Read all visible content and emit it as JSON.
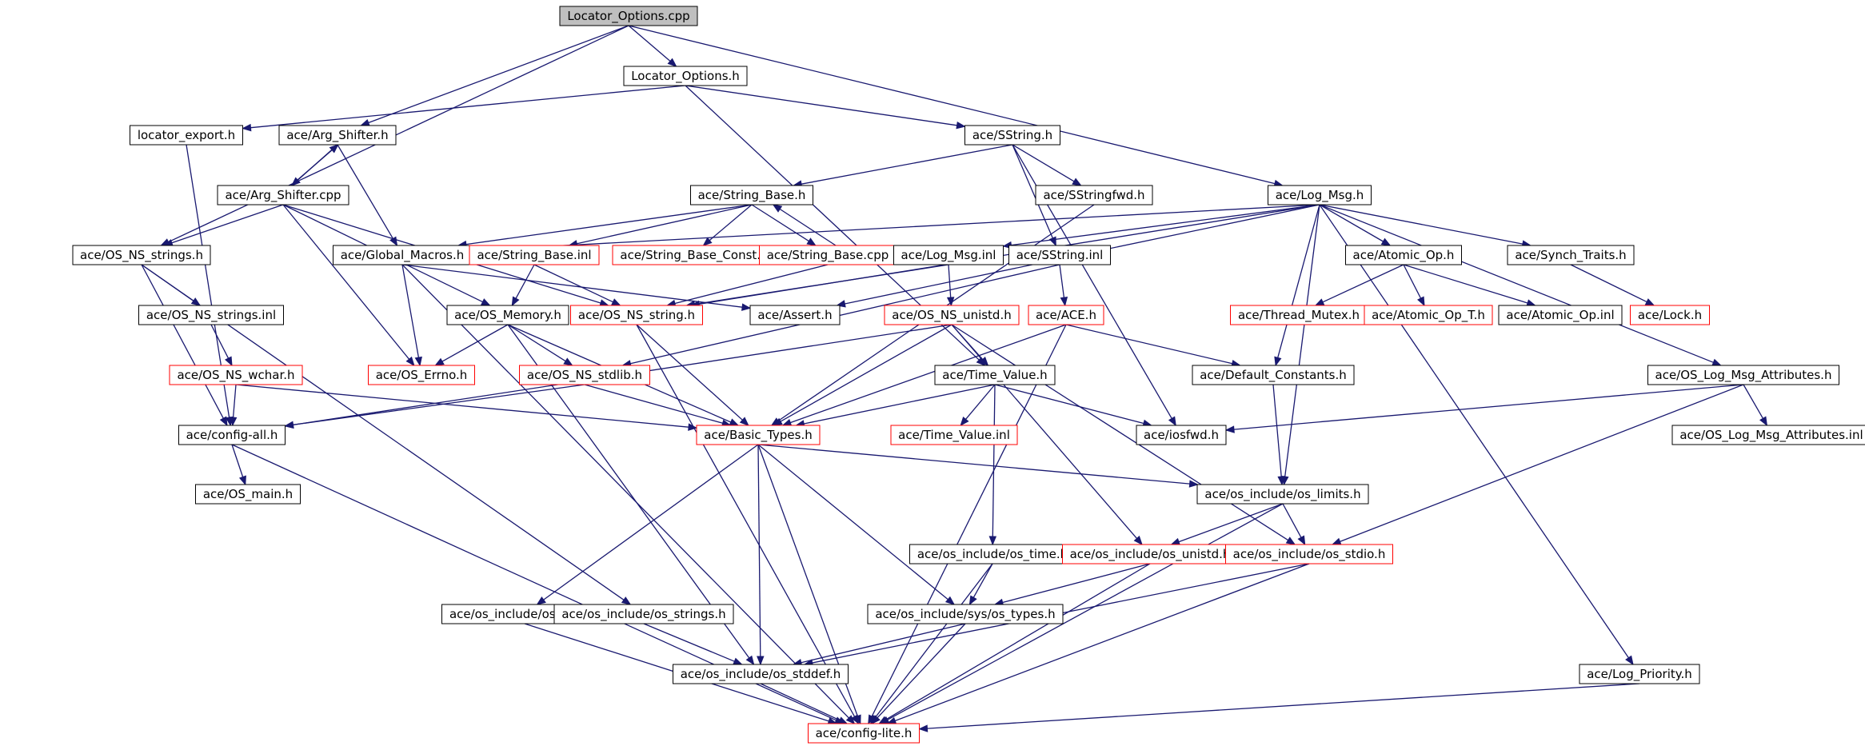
{
  "graph": {
    "colors": {
      "edge": "#191970",
      "box_border": "#000000",
      "truncated_border": "#ff0000",
      "root_fill": "#bfbfbf",
      "node_fill": "#ffffff"
    },
    "nodes": [
      {
        "id": "locator_options_cpp",
        "label": "Locator_Options.cpp",
        "style": "root"
      },
      {
        "id": "locator_options_h",
        "label": "Locator_Options.h",
        "style": "normal"
      },
      {
        "id": "locator_export_h",
        "label": "locator_export.h",
        "style": "normal"
      },
      {
        "id": "arg_shifter_h",
        "label": "ace/Arg_Shifter.h",
        "style": "normal"
      },
      {
        "id": "sstring_h",
        "label": "ace/SString.h",
        "style": "normal"
      },
      {
        "id": "arg_shifter_cpp",
        "label": "ace/Arg_Shifter.cpp",
        "style": "normal"
      },
      {
        "id": "string_base_h",
        "label": "ace/String_Base.h",
        "style": "normal"
      },
      {
        "id": "sstringfwd_h",
        "label": "ace/SStringfwd.h",
        "style": "normal"
      },
      {
        "id": "log_msg_h",
        "label": "ace/Log_Msg.h",
        "style": "normal"
      },
      {
        "id": "os_ns_strings_h",
        "label": "ace/OS_NS_strings.h",
        "style": "normal"
      },
      {
        "id": "global_macros_h",
        "label": "ace/Global_Macros.h",
        "style": "normal"
      },
      {
        "id": "string_base_inl",
        "label": "ace/String_Base.inl",
        "style": "truncated"
      },
      {
        "id": "string_base_const_h",
        "label": "ace/String_Base_Const.h",
        "style": "truncated"
      },
      {
        "id": "string_base_cpp",
        "label": "ace/String_Base.cpp",
        "style": "truncated"
      },
      {
        "id": "log_msg_inl",
        "label": "ace/Log_Msg.inl",
        "style": "normal"
      },
      {
        "id": "sstring_inl",
        "label": "ace/SString.inl",
        "style": "normal"
      },
      {
        "id": "atomic_op_h",
        "label": "ace/Atomic_Op.h",
        "style": "normal"
      },
      {
        "id": "synch_traits_h",
        "label": "ace/Synch_Traits.h",
        "style": "normal"
      },
      {
        "id": "os_ns_strings_inl",
        "label": "ace/OS_NS_strings.inl",
        "style": "normal"
      },
      {
        "id": "os_memory_h",
        "label": "ace/OS_Memory.h",
        "style": "normal"
      },
      {
        "id": "os_ns_string_h",
        "label": "ace/OS_NS_string.h",
        "style": "truncated"
      },
      {
        "id": "assert_h",
        "label": "ace/Assert.h",
        "style": "normal"
      },
      {
        "id": "os_ns_unistd_h",
        "label": "ace/OS_NS_unistd.h",
        "style": "truncated"
      },
      {
        "id": "ace_h",
        "label": "ace/ACE.h",
        "style": "truncated"
      },
      {
        "id": "thread_mutex_h",
        "label": "ace/Thread_Mutex.h",
        "style": "truncated"
      },
      {
        "id": "atomic_op_t_h",
        "label": "ace/Atomic_Op_T.h",
        "style": "truncated"
      },
      {
        "id": "atomic_op_inl",
        "label": "ace/Atomic_Op.inl",
        "style": "normal"
      },
      {
        "id": "lock_h",
        "label": "ace/Lock.h",
        "style": "truncated"
      },
      {
        "id": "os_ns_wchar_h",
        "label": "ace/OS_NS_wchar.h",
        "style": "truncated"
      },
      {
        "id": "os_errno_h",
        "label": "ace/OS_Errno.h",
        "style": "truncated"
      },
      {
        "id": "os_ns_stdlib_h",
        "label": "ace/OS_NS_stdlib.h",
        "style": "truncated"
      },
      {
        "id": "time_value_h",
        "label": "ace/Time_Value.h",
        "style": "normal"
      },
      {
        "id": "default_constants_h",
        "label": "ace/Default_Constants.h",
        "style": "normal"
      },
      {
        "id": "os_log_msg_attributes_h",
        "label": "ace/OS_Log_Msg_Attributes.h",
        "style": "normal"
      },
      {
        "id": "config_all_h",
        "label": "ace/config-all.h",
        "style": "normal"
      },
      {
        "id": "basic_types_h",
        "label": "ace/Basic_Types.h",
        "style": "truncated"
      },
      {
        "id": "time_value_inl",
        "label": "ace/Time_Value.inl",
        "style": "truncated"
      },
      {
        "id": "iosfwd_h",
        "label": "ace/iosfwd.h",
        "style": "normal"
      },
      {
        "id": "os_log_msg_attributes_inl",
        "label": "ace/OS_Log_Msg_Attributes.inl",
        "style": "normal"
      },
      {
        "id": "os_main_h",
        "label": "ace/OS_main.h",
        "style": "normal"
      },
      {
        "id": "os_limits_h",
        "label": "ace/os_include/os_limits.h",
        "style": "normal"
      },
      {
        "id": "os_time_h",
        "label": "ace/os_include/os_time.h",
        "style": "normal"
      },
      {
        "id": "os_unistd_h",
        "label": "ace/os_include/os_unistd.h",
        "style": "truncated"
      },
      {
        "id": "os_stdio_h",
        "label": "ace/os_include/os_stdio.h",
        "style": "truncated"
      },
      {
        "id": "os_float_h",
        "label": "ace/os_include/os_float.h",
        "style": "normal"
      },
      {
        "id": "os_strings_h",
        "label": "ace/os_include/os_strings.h",
        "style": "normal"
      },
      {
        "id": "os_types_h",
        "label": "ace/os_include/sys/os_types.h",
        "style": "normal"
      },
      {
        "id": "os_stddef_h",
        "label": "ace/os_include/os_stddef.h",
        "style": "normal"
      },
      {
        "id": "log_priority_h",
        "label": "ace/Log_Priority.h",
        "style": "normal"
      },
      {
        "id": "config_lite_h",
        "label": "ace/config-lite.h",
        "style": "truncated"
      }
    ],
    "edges": [
      [
        "locator_options_cpp",
        "locator_options_h"
      ],
      [
        "locator_options_cpp",
        "arg_shifter_h"
      ],
      [
        "locator_options_cpp",
        "os_ns_strings_h"
      ],
      [
        "locator_options_cpp",
        "log_msg_h"
      ],
      [
        "locator_options_h",
        "locator_export_h"
      ],
      [
        "locator_options_h",
        "sstring_h"
      ],
      [
        "locator_options_h",
        "time_value_h"
      ],
      [
        "locator_export_h",
        "config_all_h"
      ],
      [
        "arg_shifter_h",
        "arg_shifter_cpp"
      ],
      [
        "arg_shifter_cpp",
        "arg_shifter_h"
      ],
      [
        "arg_shifter_h",
        "global_macros_h"
      ],
      [
        "arg_shifter_cpp",
        "os_ns_strings_h"
      ],
      [
        "arg_shifter_cpp",
        "os_errno_h"
      ],
      [
        "arg_shifter_cpp",
        "os_memory_h"
      ],
      [
        "arg_shifter_cpp",
        "os_ns_string_h"
      ],
      [
        "sstring_h",
        "string_base_h"
      ],
      [
        "sstring_h",
        "sstringfwd_h"
      ],
      [
        "sstring_h",
        "sstring_inl"
      ],
      [
        "sstring_h",
        "iosfwd_h"
      ],
      [
        "string_base_h",
        "global_macros_h"
      ],
      [
        "string_base_h",
        "string_base_inl"
      ],
      [
        "string_base_h",
        "string_base_const_h"
      ],
      [
        "string_base_h",
        "string_base_cpp"
      ],
      [
        "string_base_cpp",
        "string_base_h"
      ],
      [
        "string_base_cpp",
        "os_ns_string_h"
      ],
      [
        "string_base_inl",
        "os_memory_h"
      ],
      [
        "string_base_inl",
        "os_ns_string_h"
      ],
      [
        "sstringfwd_h",
        "basic_types_h"
      ],
      [
        "log_msg_h",
        "global_macros_h"
      ],
      [
        "log_msg_h",
        "log_msg_inl"
      ],
      [
        "log_msg_h",
        "atomic_op_h"
      ],
      [
        "log_msg_h",
        "synch_traits_h"
      ],
      [
        "log_msg_h",
        "assert_h"
      ],
      [
        "log_msg_h",
        "default_constants_h"
      ],
      [
        "log_msg_h",
        "os_log_msg_attributes_h"
      ],
      [
        "log_msg_h",
        "os_limits_h"
      ],
      [
        "log_msg_h",
        "log_priority_h"
      ],
      [
        "log_msg_h",
        "os_ns_string_h"
      ],
      [
        "os_ns_strings_h",
        "os_ns_strings_inl"
      ],
      [
        "os_ns_strings_h",
        "config_all_h"
      ],
      [
        "os_ns_strings_h",
        "os_strings_h"
      ],
      [
        "os_ns_strings_inl",
        "os_ns_wchar_h"
      ],
      [
        "os_ns_wchar_h",
        "config_all_h"
      ],
      [
        "os_ns_wchar_h",
        "basic_types_h"
      ],
      [
        "global_macros_h",
        "os_errno_h"
      ],
      [
        "global_macros_h",
        "config_lite_h"
      ],
      [
        "global_macros_h",
        "assert_h"
      ],
      [
        "log_msg_inl",
        "os_ns_unistd_h"
      ],
      [
        "log_msg_inl",
        "os_ns_string_h"
      ],
      [
        "sstring_inl",
        "ace_h"
      ],
      [
        "sstring_inl",
        "os_ns_stdlib_h"
      ],
      [
        "atomic_op_h",
        "thread_mutex_h"
      ],
      [
        "atomic_op_h",
        "atomic_op_t_h"
      ],
      [
        "atomic_op_h",
        "atomic_op_inl"
      ],
      [
        "synch_traits_h",
        "lock_h"
      ],
      [
        "os_memory_h",
        "os_errno_h"
      ],
      [
        "os_memory_h",
        "os_ns_stdlib_h"
      ],
      [
        "os_memory_h",
        "basic_types_h"
      ],
      [
        "os_memory_h",
        "os_stddef_h"
      ],
      [
        "os_ns_string_h",
        "basic_types_h"
      ],
      [
        "os_ns_string_h",
        "config_lite_h"
      ],
      [
        "os_ns_unistd_h",
        "time_value_h"
      ],
      [
        "os_ns_unistd_h",
        "basic_types_h"
      ],
      [
        "os_ns_unistd_h",
        "os_unistd_h"
      ],
      [
        "os_ns_unistd_h",
        "os_stdio_h"
      ],
      [
        "os_ns_unistd_h",
        "config_all_h"
      ],
      [
        "ace_h",
        "default_constants_h"
      ],
      [
        "ace_h",
        "basic_types_h"
      ],
      [
        "ace_h",
        "config_lite_h"
      ],
      [
        "os_ns_stdlib_h",
        "config_all_h"
      ],
      [
        "os_ns_stdlib_h",
        "basic_types_h"
      ],
      [
        "time_value_h",
        "basic_types_h"
      ],
      [
        "time_value_h",
        "time_value_inl"
      ],
      [
        "time_value_h",
        "iosfwd_h"
      ],
      [
        "time_value_h",
        "os_time_h"
      ],
      [
        "default_constants_h",
        "os_limits_h"
      ],
      [
        "os_log_msg_attributes_h",
        "os_log_msg_attributes_inl"
      ],
      [
        "os_log_msg_attributes_h",
        "iosfwd_h"
      ],
      [
        "os_log_msg_attributes_h",
        "os_stdio_h"
      ],
      [
        "config_all_h",
        "os_main_h"
      ],
      [
        "config_all_h",
        "config_lite_h"
      ],
      [
        "basic_types_h",
        "os_limits_h"
      ],
      [
        "basic_types_h",
        "os_float_h"
      ],
      [
        "basic_types_h",
        "os_types_h"
      ],
      [
        "basic_types_h",
        "os_stddef_h"
      ],
      [
        "basic_types_h",
        "config_lite_h"
      ],
      [
        "os_limits_h",
        "os_unistd_h"
      ],
      [
        "os_limits_h",
        "os_stdio_h"
      ],
      [
        "os_limits_h",
        "config_lite_h"
      ],
      [
        "os_time_h",
        "os_types_h"
      ],
      [
        "os_time_h",
        "config_lite_h"
      ],
      [
        "os_unistd_h",
        "os_types_h"
      ],
      [
        "os_unistd_h",
        "config_lite_h"
      ],
      [
        "os_stdio_h",
        "os_stddef_h"
      ],
      [
        "os_stdio_h",
        "config_lite_h"
      ],
      [
        "os_float_h",
        "config_lite_h"
      ],
      [
        "os_strings_h",
        "os_stddef_h"
      ],
      [
        "os_types_h",
        "os_stddef_h"
      ],
      [
        "os_types_h",
        "config_lite_h"
      ],
      [
        "os_stddef_h",
        "config_lite_h"
      ],
      [
        "log_priority_h",
        "config_lite_h"
      ]
    ]
  }
}
